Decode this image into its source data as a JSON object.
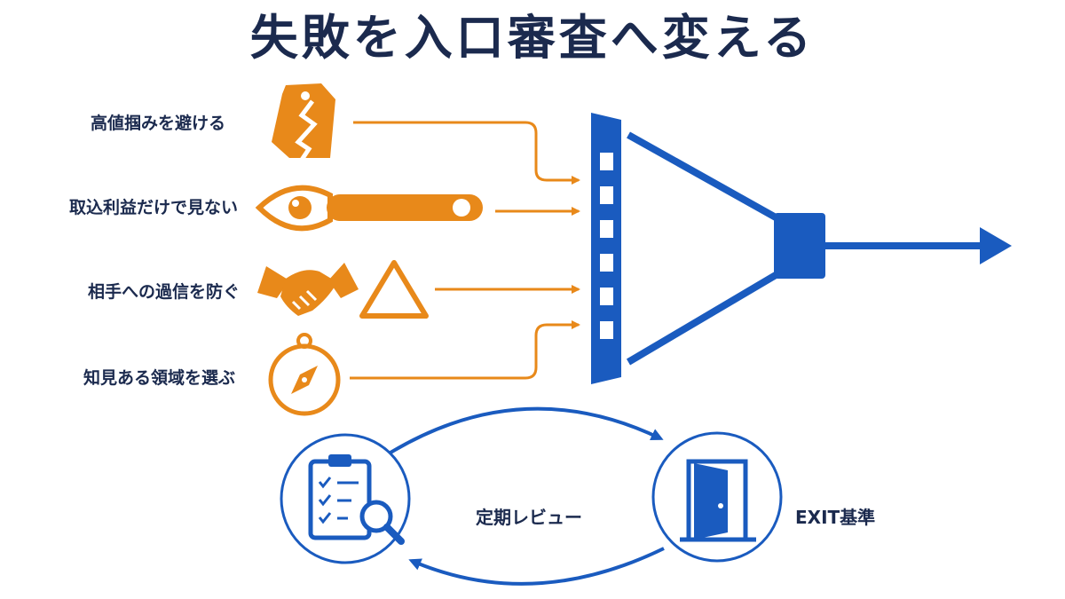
{
  "title": "失敗を入口審査へ変える",
  "criteria": [
    {
      "label": "高値掴みを避ける",
      "icon": "broken-price-tag-icon"
    },
    {
      "label": "取込利益だけで見ない",
      "icon": "eye-wrench-icon"
    },
    {
      "label": "相手への過信を防ぐ",
      "icon": "handshake-warning-icon"
    },
    {
      "label": "知見ある領域を選ぶ",
      "icon": "compass-icon"
    }
  ],
  "cycle": {
    "left_label": "定期レビュー",
    "right_label": "EXIT基準"
  },
  "colors": {
    "orange": "#e8891a",
    "blue": "#1a5bbf",
    "navy": "#1b2a4e"
  }
}
